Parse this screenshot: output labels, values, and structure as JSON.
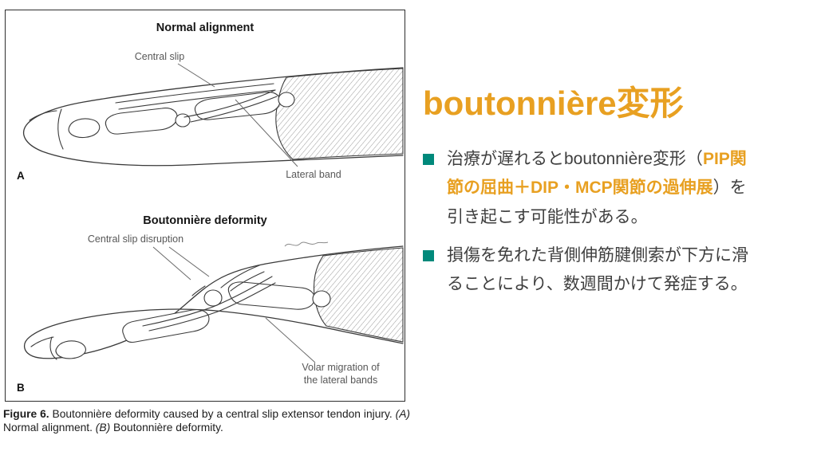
{
  "colors": {
    "accent": "#E8A021",
    "bullet": "#00897B",
    "ink": "#3F3F3F"
  },
  "figure": {
    "panel_a": {
      "title": "Normal alignment",
      "central_slip_label": "Central slip",
      "lateral_band_label": "Lateral band",
      "marker": "A"
    },
    "panel_b": {
      "title": "Boutonnière deformity",
      "disruption_label": "Central slip disruption",
      "volar_label_line1": "Volar migration of",
      "volar_label_line2": "the lateral bands",
      "marker": "B"
    },
    "caption": {
      "figure_number": "Figure 6.",
      "body": " Boutonnière deformity caused by a central slip extensor tendon injury. ",
      "marker_a": "(A)",
      "text_a": " Normal alignment. ",
      "marker_b": "(B)",
      "text_b": " Boutonnière deformity."
    }
  },
  "content": {
    "title": "boutonnière変形",
    "bullets": [
      {
        "segments": [
          {
            "text": "治療が遅れるとboutonnière変形（",
            "highlight": false
          },
          {
            "text": "PIP関節の屈曲＋DIP・MCP関節の過伸展",
            "highlight": true
          },
          {
            "text": "）を引き起こす可能性がある。",
            "highlight": false
          }
        ]
      },
      {
        "segments": [
          {
            "text": "損傷を免れた背側伸筋腱側索が下方に滑ることにより、数週間かけて発症する。",
            "highlight": false
          }
        ]
      }
    ]
  }
}
